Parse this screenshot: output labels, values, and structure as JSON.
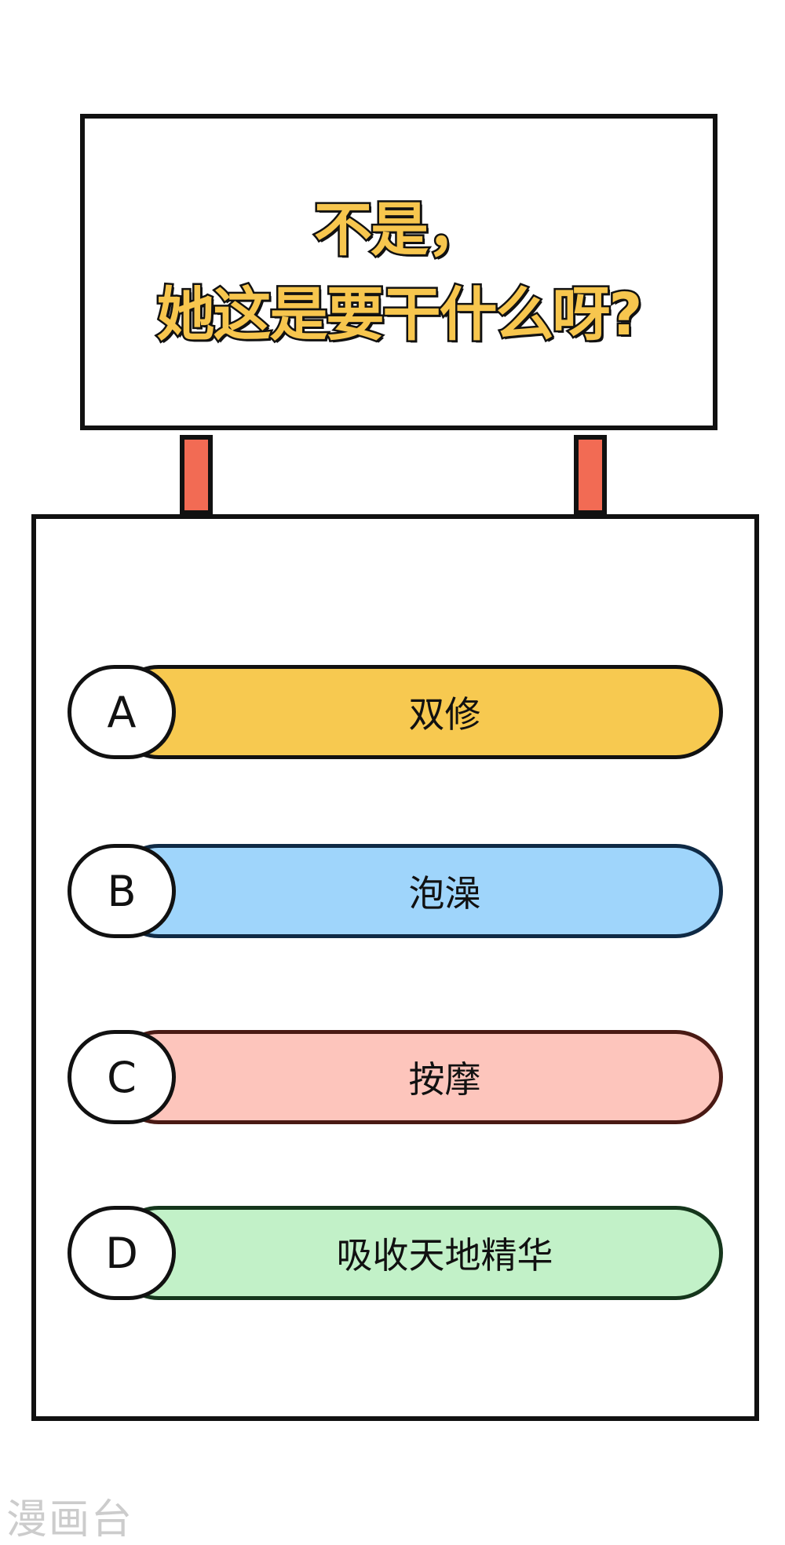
{
  "question": {
    "line1": "不是，",
    "line2": "她这是要干什么呀?"
  },
  "options": [
    {
      "letter": "A",
      "text": "双修",
      "color": "#f7c950",
      "border": "#111111"
    },
    {
      "letter": "B",
      "text": "泡澡",
      "color": "#9fd5fb",
      "border": "#0f2a45"
    },
    {
      "letter": "C",
      "text": "按摩",
      "color": "#fdc5bc",
      "border": "#4a1a14"
    },
    {
      "letter": "D",
      "text": "吸收天地精华",
      "color": "#c2f1c8",
      "border": "#15361c"
    }
  ],
  "watermark": "漫画台",
  "colors": {
    "question_fill": "#f7c64e",
    "post": "#f26b54",
    "outline": "#111111"
  }
}
